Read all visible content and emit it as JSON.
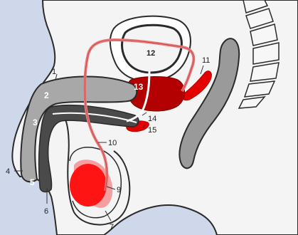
{
  "diagram": {
    "colors": {
      "background": "#cfd8ea",
      "tissue": "#f4f4f4",
      "outline": "#2a2a2a",
      "erectile_grey": "#a8a8a8",
      "urethra_dark": "#555555",
      "prostate": "#b30000",
      "testis": "#ff1414",
      "epididymis": "#f4a0a0",
      "vas_deferens": "#e97b7b",
      "seminal_vesicle": "#e40000",
      "bladder": "#ffffff"
    },
    "labels": [
      {
        "id": "1",
        "text": "1"
      },
      {
        "id": "2",
        "text": "2"
      },
      {
        "id": "3",
        "text": "3"
      },
      {
        "id": "4",
        "text": "4"
      },
      {
        "id": "5",
        "text": "5"
      },
      {
        "id": "6",
        "text": "6"
      },
      {
        "id": "7",
        "text": "7"
      },
      {
        "id": "9",
        "text": "9"
      },
      {
        "id": "10",
        "text": "10"
      },
      {
        "id": "11",
        "text": "11"
      },
      {
        "id": "12",
        "text": "12"
      },
      {
        "id": "13",
        "text": "13"
      },
      {
        "id": "14",
        "text": "14"
      },
      {
        "id": "15",
        "text": "15"
      }
    ]
  }
}
